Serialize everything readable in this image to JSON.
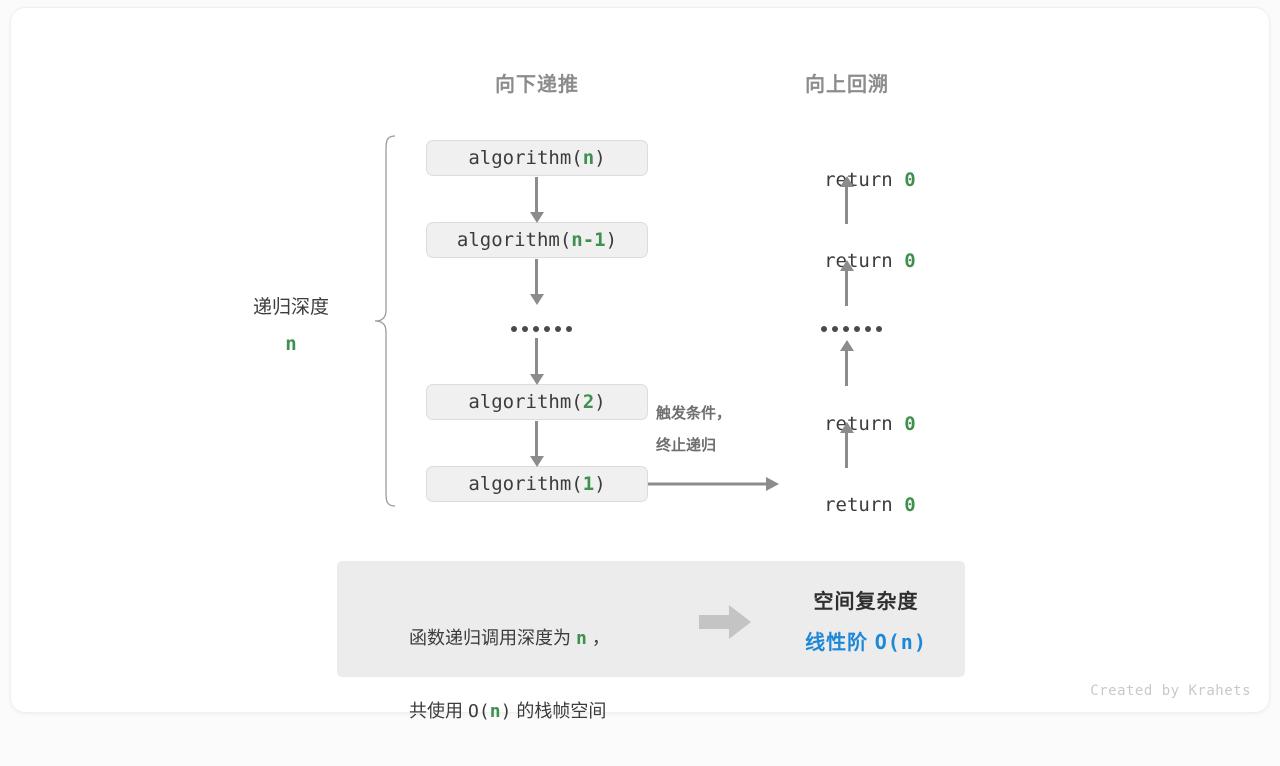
{
  "headers": {
    "down": "向下递推",
    "up": "向上回溯"
  },
  "depth": {
    "label": "递归深度",
    "value": "n"
  },
  "calls": [
    {
      "name": "algorithm(",
      "arg": "n",
      "close": ")"
    },
    {
      "name": "algorithm(",
      "arg": "n-1",
      "close": ")"
    },
    {
      "name": "algorithm(",
      "arg": "2",
      "close": ")"
    },
    {
      "name": "algorithm(",
      "arg": "1",
      "close": ")"
    }
  ],
  "returns": [
    {
      "text": "return ",
      "value": "0"
    },
    {
      "text": "return ",
      "value": "0"
    },
    {
      "text": "return ",
      "value": "0"
    },
    {
      "text": "return ",
      "value": "0"
    }
  ],
  "ellipsis": "••••••",
  "trigger": {
    "line1": "触发条件，",
    "line2": "终止递归"
  },
  "summary": {
    "left_line1_a": "函数递归调用深度为 ",
    "left_line1_n": "n",
    "left_line1_b": " ，",
    "left_line2_a": "共使用 ",
    "left_line2_o": "O(",
    "left_line2_n": "n",
    "left_line2_c": ")",
    "left_line2_b": " 的栈帧空间",
    "right_title": "空间复杂度",
    "right_value_label": "线性阶 ",
    "right_value_expr_a": "O(",
    "right_value_expr_n": "n",
    "right_value_expr_b": ")"
  },
  "credit": "Created by Krahets",
  "colors": {
    "green": "#3f8f4f",
    "blue": "#1e88d8",
    "gray_arrow": "#8c8c8c",
    "box_bg": "#f0f0f0",
    "panel_bg": "#ececec"
  }
}
